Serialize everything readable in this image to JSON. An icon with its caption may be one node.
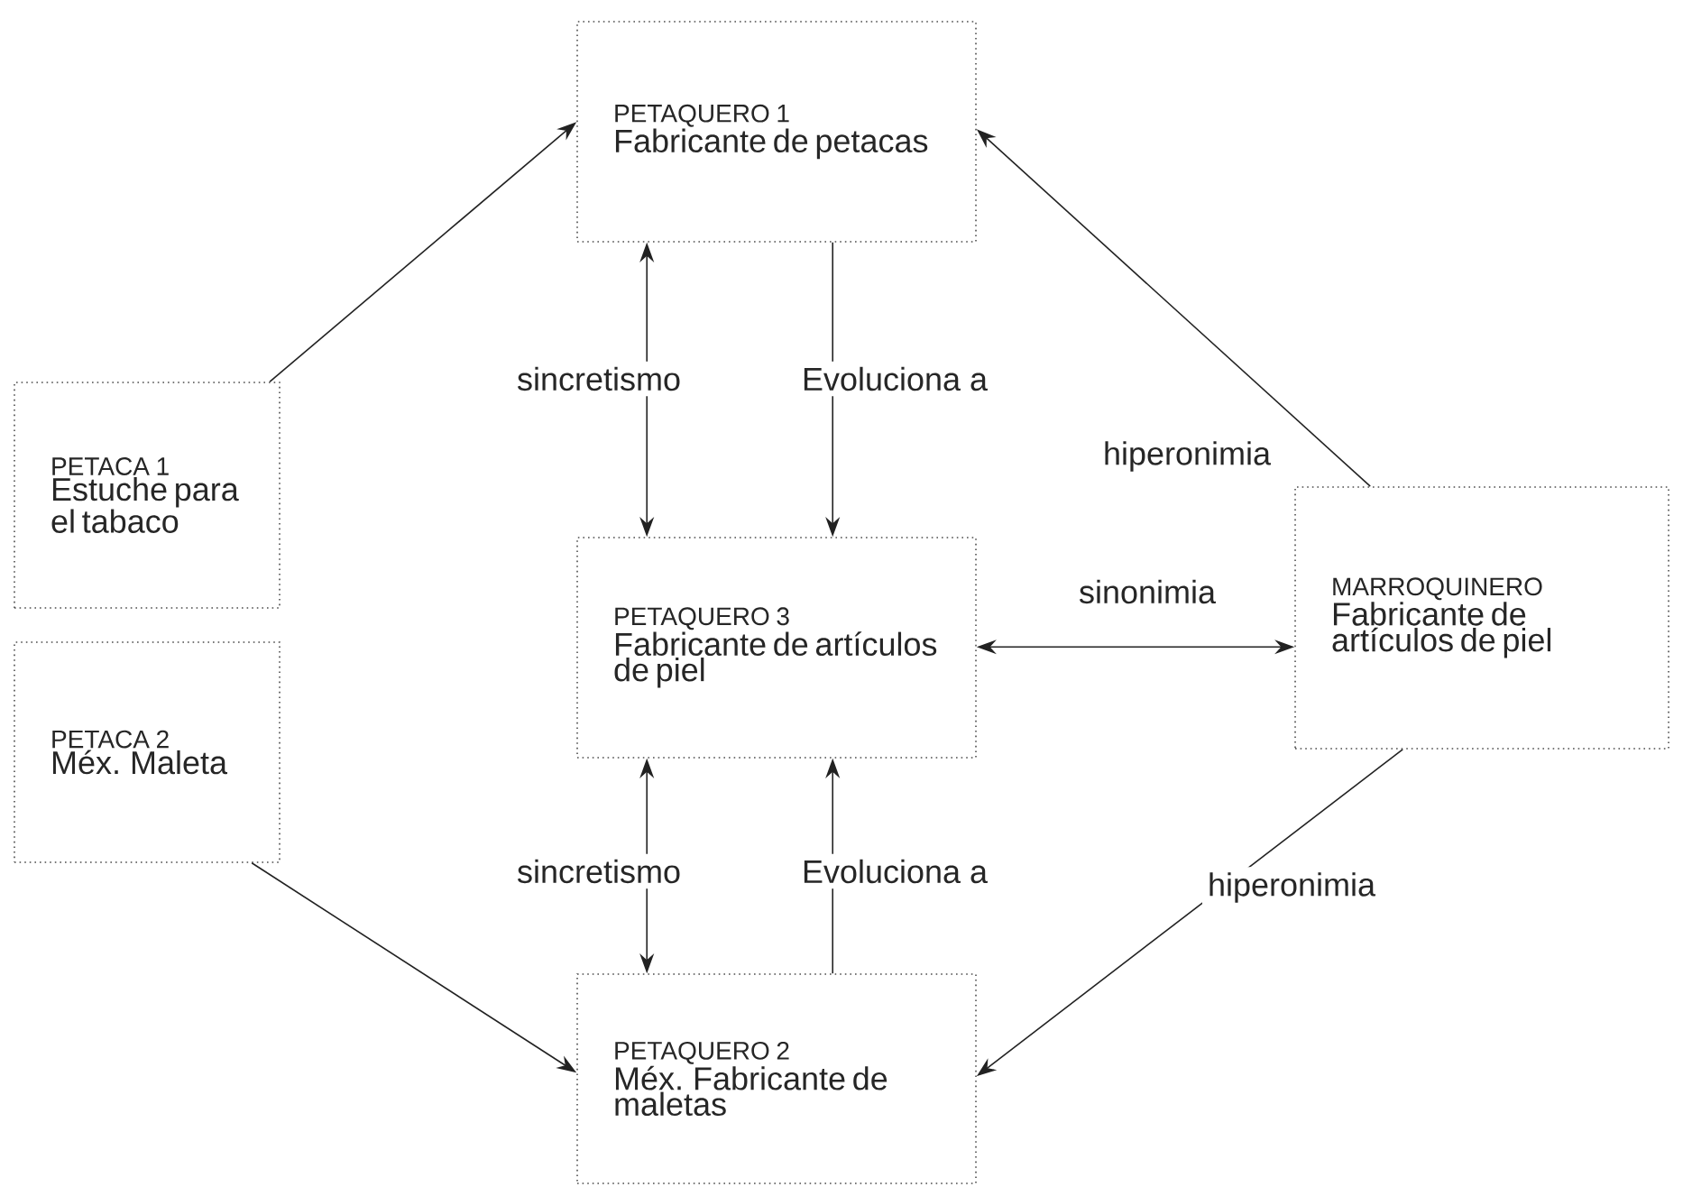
{
  "diagram": {
    "nodes": [
      {
        "text": [
          "PETAQUERO 1",
          "Fabricante de petacas"
        ]
      },
      {
        "text": [
          "PETACA 1",
          "Estuche para el tabaco"
        ]
      },
      {
        "text": [
          "PETACA 2",
          "Méx. Maleta"
        ]
      },
      {
        "text": [
          "PETAQUERO 3",
          "Fabricante de artículos de piel"
        ]
      },
      {
        "text": [
          "MARROQUINERO",
          "Fabricante de artículos de piel"
        ]
      },
      {
        "text": [
          "PETAQUERO 2",
          "Méx. Fabricante de maletas"
        ]
      }
    ],
    "edges": [
      {
        "from": 1,
        "to": 0,
        "arrow": "to"
      },
      {
        "from": 3,
        "to": 0,
        "arrow": "both",
        "label": "sincretismo"
      },
      {
        "from": 0,
        "to": 3,
        "arrow": "to",
        "label": "Evoluciona a"
      },
      {
        "from": 4,
        "to": 0,
        "arrow": "to",
        "label": "hiperonimia"
      },
      {
        "from": 3,
        "to": 4,
        "arrow": "both",
        "label": "sinonimia"
      },
      {
        "from": 5,
        "to": 3,
        "arrow": "both",
        "label": "sincretismo"
      },
      {
        "from": 5,
        "to": 3,
        "arrow": "to",
        "label": "Evoluciona a"
      },
      {
        "from": 2,
        "to": 5,
        "arrow": "to"
      },
      {
        "from": 4,
        "to": 5,
        "arrow": "to",
        "label": "hiperonimia"
      }
    ]
  }
}
